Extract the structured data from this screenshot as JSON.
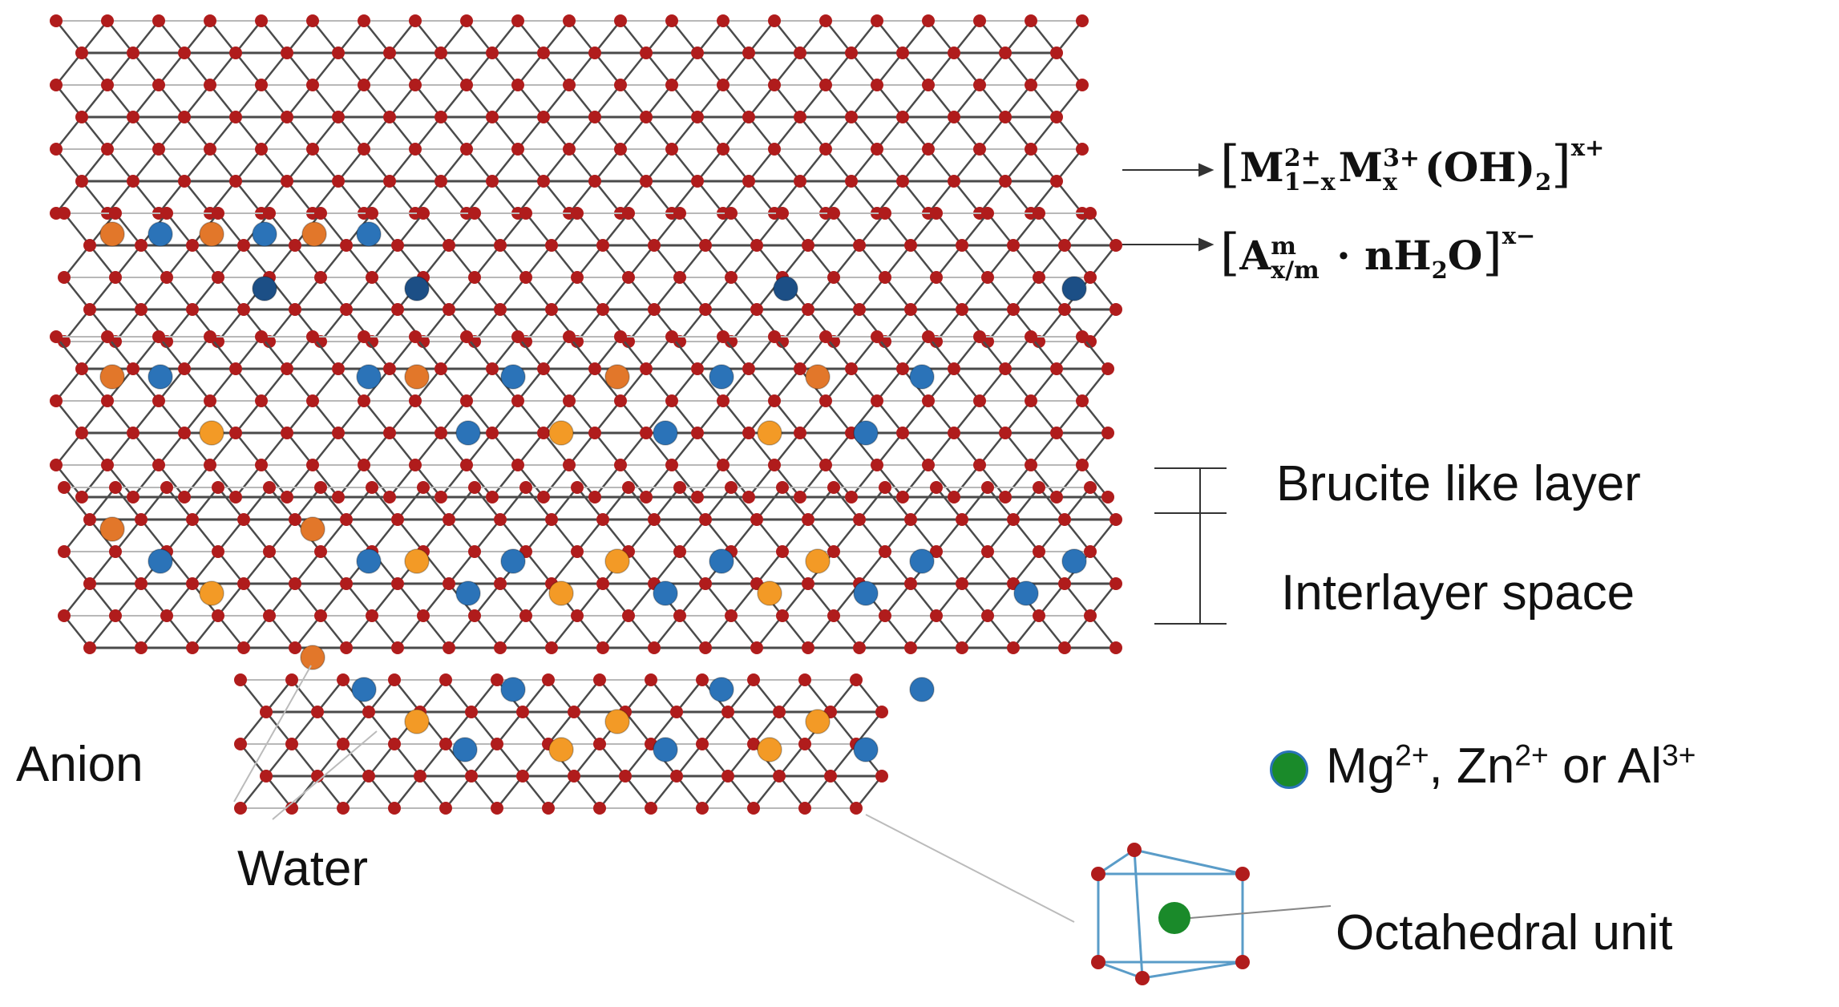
{
  "colors": {
    "oxygen": "#b01c1c",
    "bond_dark": "#4a4a4a",
    "bond_light": "#b8b8b8",
    "cation_blue": "#2b73b8",
    "cation_navy": "#1c4f86",
    "anion_orange": "#e2772a",
    "water_orange": "#f39a26",
    "octa_center": "#1a8a2a",
    "octa_edge": "#5a9cc8"
  },
  "formula_layer": {
    "m1": "M",
    "m1_sup": "2+",
    "m1_sub": "1−x",
    "m2": "M",
    "m2_sup": "3+",
    "m2_sub": "x",
    "oh": "(OH)",
    "oh_sub": "2",
    "charge": "x+"
  },
  "formula_inter": {
    "a": "A",
    "a_sup": "m",
    "a_sub": "x/m",
    "mid": " · nH",
    "h_sub": "2",
    "o": "O",
    "charge": "x−"
  },
  "labels": {
    "brucite": "Brucite like layer",
    "interlayer": "Interlayer space",
    "anion": "Anion",
    "water": "Water",
    "octahedral": "Octahedral unit"
  },
  "legend": {
    "mg": "Mg",
    "mg_sup": "2+",
    "sep1": ", Zn",
    "zn_sup": "2+",
    "sep2": " or Al",
    "al_sup": "3+"
  }
}
